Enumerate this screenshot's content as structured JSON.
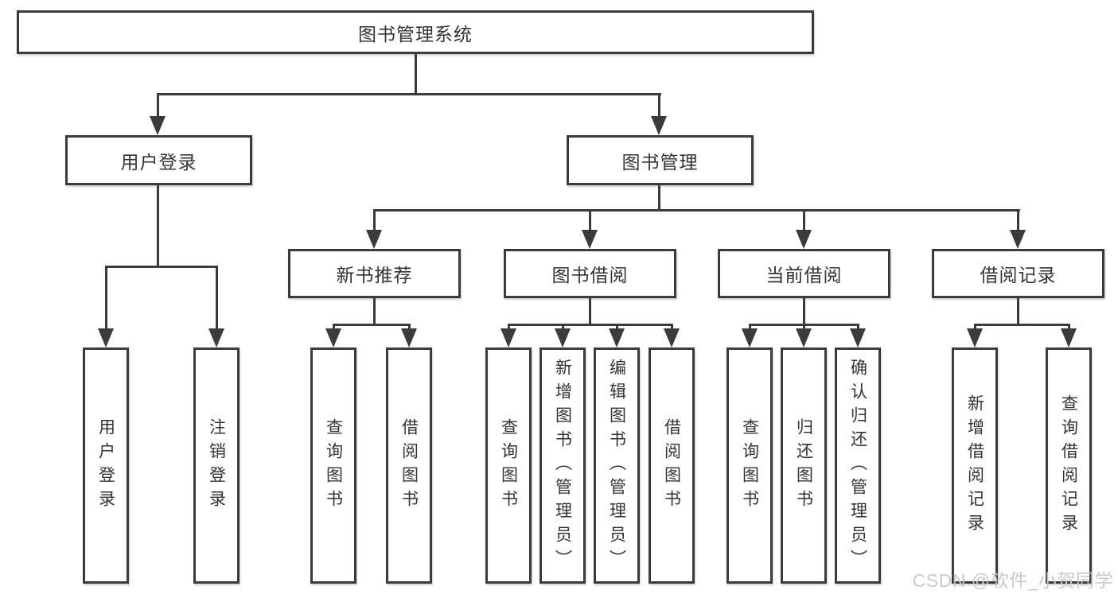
{
  "diagram": {
    "root": {
      "label": "图书管理系统"
    },
    "level2": [
      {
        "label": "用户登录"
      },
      {
        "label": "图书管理"
      }
    ],
    "level3": [
      {
        "label": "新书推荐"
      },
      {
        "label": "图书借阅"
      },
      {
        "label": "当前借阅"
      },
      {
        "label": "借阅记录"
      }
    ],
    "leaves": {
      "user_login": [
        {
          "label": "用户登录"
        },
        {
          "label": "注销登录"
        }
      ],
      "new_book_recommend": [
        {
          "label": "查询图书"
        },
        {
          "label": "借阅图书"
        }
      ],
      "book_borrow": [
        {
          "label": "查询图书"
        },
        {
          "label": "新增图书（管理员）"
        },
        {
          "label": "编辑图书（管理员）"
        },
        {
          "label": "借阅图书"
        }
      ],
      "current_borrow": [
        {
          "label": "查询图书"
        },
        {
          "label": "归还图书"
        },
        {
          "label": "确认归还（管理员）"
        }
      ],
      "borrow_records": [
        {
          "label": "新增借阅记录"
        },
        {
          "label": "查询借阅记录"
        }
      ]
    }
  },
  "watermark": {
    "text": "CSDN @软件_小贺同学"
  },
  "colors": {
    "line": "#3b3b3b",
    "text": "#333333",
    "watermark": "#c9c9c9",
    "background": "#ffffff"
  }
}
